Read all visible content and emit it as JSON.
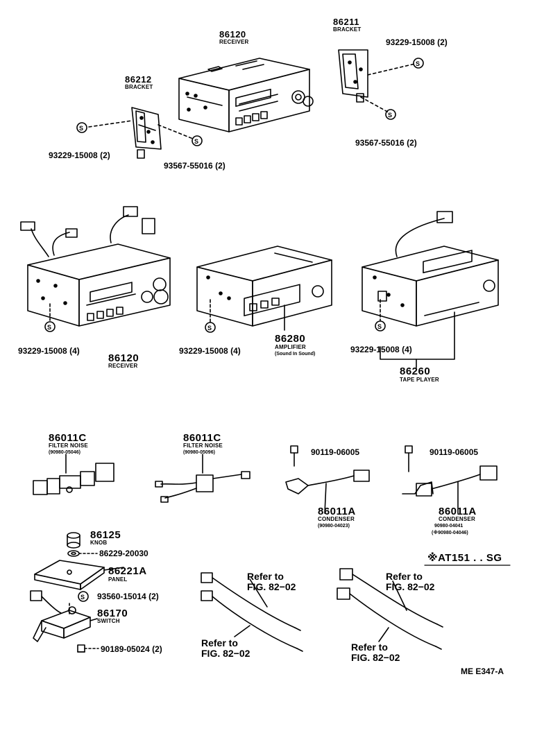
{
  "parts": {
    "bracket_top_left": {
      "number": "86212",
      "name": "BRACKET"
    },
    "receiver_top": {
      "number": "86120",
      "name": "RECEIVER"
    },
    "bracket_top_right": {
      "number": "86211",
      "name": "BRACKET"
    },
    "screw_tl": "93229-15008 (2)",
    "bolt_tl": "93567-55016 (2)",
    "screw_tr": "93229-15008 (2)",
    "bolt_tr": "93567-55016 (2)",
    "screw_r1": "93229-15008 (4)",
    "screw_r2": "93229-15008 (4)",
    "screw_r3": "93229-15008 (4)",
    "receiver_mid": {
      "number": "86120",
      "name": "RECEIVER"
    },
    "amplifier": {
      "number": "86280",
      "name": "AMPLIFIER",
      "note": "(Sound In Sound)"
    },
    "tape_player": {
      "number": "86260",
      "name": "TAPE PLAYER"
    },
    "filter_noise_1": {
      "number": "86011C",
      "name": "FILTER NOISE",
      "code": "(90980-05046)"
    },
    "filter_noise_2": {
      "number": "86011C",
      "name": "FILTER NOISE",
      "code": "(90980-05096)"
    },
    "screw_c1": "90119-06005",
    "screw_c2": "90119-06005",
    "condenser_1": {
      "number": "86011A",
      "name": "CONDENSER",
      "code": "(90980-04023)"
    },
    "condenser_2": {
      "number": "86011A",
      "name": "CONDENSER",
      "code_a": "90980-04041",
      "code_b": "(※90980-04046)"
    },
    "knob": {
      "number": "86125",
      "name": "KNOB"
    },
    "knob_nut": "86229-20030",
    "panel": {
      "number": "86221A",
      "name": "PANEL"
    },
    "switch_screw": "93560-15014 (2)",
    "switch": {
      "number": "86170",
      "name": "SWITCH"
    },
    "switch_nut": "90189-05024 (2)",
    "model_note": "※AT151 . . SG",
    "refers": {
      "r1": "Refer to\nFIG. 82−02",
      "r2": "Refer to\nFIG. 82−02",
      "r3": "Refer to\nFIG. 82−02",
      "r4": "Refer to\nFIG. 82−02"
    },
    "figure_id": "ME E347-A"
  },
  "icons": [
    "screw-symbol-icon"
  ]
}
